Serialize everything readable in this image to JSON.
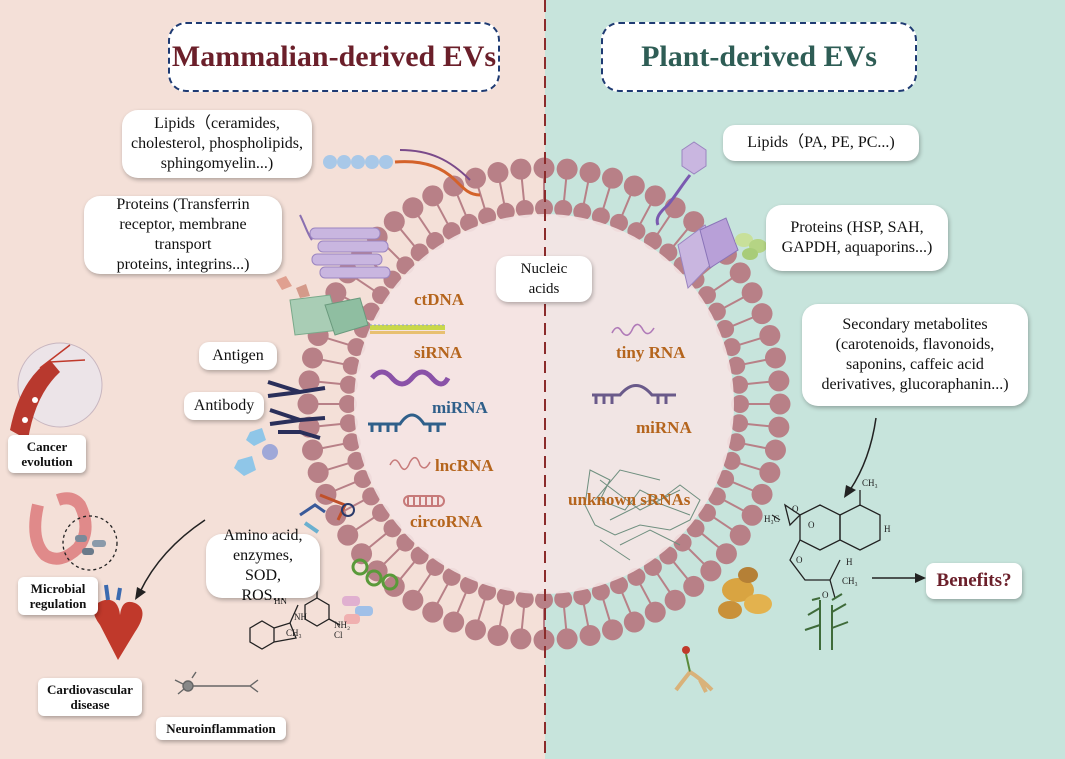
{
  "titles": {
    "mammalian": "Mammalian-derived EVs",
    "plant": "Plant-derived EVs"
  },
  "colors": {
    "left_bg": "#f4e0d8",
    "right_bg": "#c7e4dc",
    "mammal_title": "#6b1f2a",
    "plant_title": "#2e5d55",
    "membrane": "#b88087",
    "divider": "#8b2b2b",
    "rna_label": "#b5651d",
    "mirna_mammal": "#2f5f8a",
    "benefits": "#6b1f2a"
  },
  "mammal_boxes": {
    "lipids": "Lipids（ceramides,\ncholesterol, phospholipids,\nsphingomyelin...)",
    "proteins": "Proteins (Transferrin\nreceptor, membrane transport\nproteins, integrins...)",
    "antigen": "Antigen",
    "antibody": "Antibody",
    "amino": "Amino acid,\nenzymes, SOD,\nROS..."
  },
  "plant_boxes": {
    "lipids": "Lipids（PA, PE, PC...)",
    "proteins": "Proteins (HSP, SAH,\nGAPDH, aquaporins...)",
    "metabolites": "Secondary metabolites\n(carotenoids, flavonoids,\nsaponins, caffeic acid\nderivatives, glucoraphanin...)",
    "benefits": "Benefits?"
  },
  "center": {
    "nucleic_acids": "Nucleic acids"
  },
  "mammal_rna": {
    "ctdna": "ctDNA",
    "sirna": "siRNA",
    "mirna": "miRNA",
    "lncrna": "lncRNA",
    "circrna": "circoRNA"
  },
  "plant_rna": {
    "tiny": "tiny RNA",
    "mirna": "miRNA",
    "unknown": "unknown sRNAs"
  },
  "diseases": {
    "cancer": "Cancer\nevolution",
    "microbial": "Microbial\nregulation",
    "cardio": "Cardiovascular\ndisease",
    "neuro": "Neuroinflammation"
  },
  "molecule_labels": {
    "ch3_top": "CH₃",
    "h3c": "H₃C",
    "h_1": "H",
    "h_2": "H",
    "o_1": "O",
    "o_2": "O",
    "o_3": "O",
    "o_4": "O",
    "ch3_bottom": "CH₃",
    "nh2": "NH₂",
    "cl": "Cl",
    "hn": "HN",
    "nh": "NH",
    "ch3_drug": "CH₃"
  }
}
